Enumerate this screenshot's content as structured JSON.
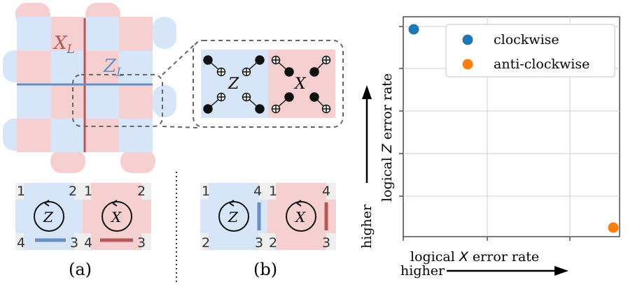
{
  "lattice": {
    "xl_label": "X",
    "xl_sub": "L",
    "zl_label": "Z",
    "zl_sub": "L"
  },
  "inset": {
    "z_label": "Z",
    "x_label": "X"
  },
  "panel_a": {
    "caption": "(a)",
    "z_tile": {
      "corners": [
        "1",
        "2",
        "4",
        "3"
      ],
      "label": "Z"
    },
    "x_tile": {
      "corners": [
        "1",
        "2",
        "4",
        "3"
      ],
      "label": "X"
    }
  },
  "panel_b": {
    "caption": "(b)",
    "z_tile": {
      "corners": [
        "1",
        "4",
        "2",
        "3"
      ],
      "label": "Z"
    },
    "x_tile": {
      "corners": [
        "1",
        "4",
        "2",
        "3"
      ],
      "label": "X"
    }
  },
  "plot": {
    "ylabel_prefix": "logical ",
    "ylabel_var": "Z",
    "ylabel_suffix": " error rate",
    "xlabel_prefix": "logical ",
    "xlabel_var": "X",
    "xlabel_suffix": " error rate",
    "y_arrow_label": "higher",
    "x_arrow_label": "higher",
    "legend": [
      {
        "label": "clockwise",
        "color": "#1f77b4"
      },
      {
        "label": "anti-clockwise",
        "color": "#ff7f0e"
      }
    ]
  },
  "colors": {
    "blue_tile": "#d6e6f8",
    "red_tile": "#f6cfd0",
    "blue_line": "#6a8fc4",
    "red_line": "#b85656"
  },
  "chart_data": {
    "type": "scatter",
    "xlabel": "logical X error rate",
    "ylabel": "logical Z error rate",
    "grid": true,
    "legend_position": "top-right",
    "series": [
      {
        "name": "clockwise",
        "points": [
          {
            "x": "low",
            "y": "high"
          }
        ]
      },
      {
        "name": "anti-clockwise",
        "points": [
          {
            "x": "high",
            "y": "low"
          }
        ]
      }
    ]
  }
}
